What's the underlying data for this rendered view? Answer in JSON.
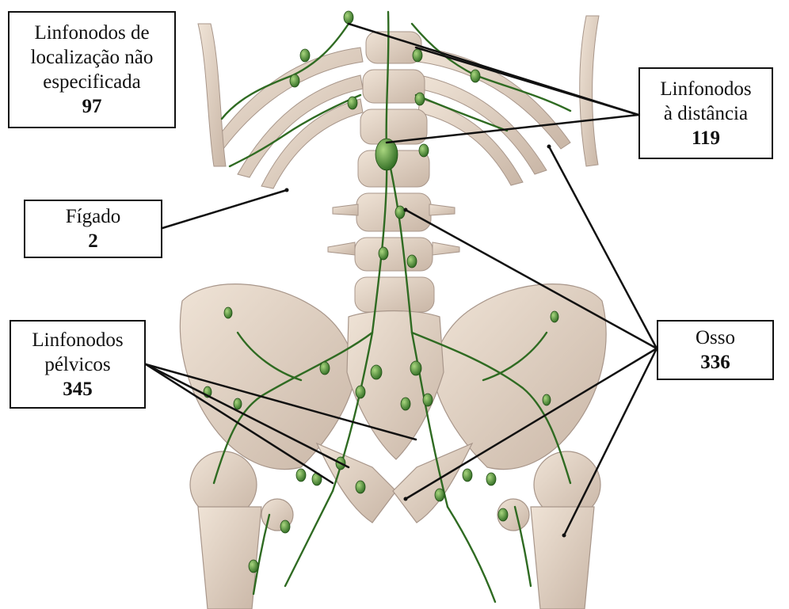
{
  "labels": {
    "unspecified": {
      "line1": "Linfonodos de",
      "line2": "localização não",
      "line3": "especificada",
      "count": "97"
    },
    "distant": {
      "line1": "Linfonodos",
      "line2": "à distância",
      "count": "119"
    },
    "liver": {
      "line1": "Fígado",
      "count": "2"
    },
    "pelvic": {
      "line1": "Linfonodos",
      "line2": "pélvicos",
      "count": "345"
    },
    "bone": {
      "line1": "Osso",
      "count": "336"
    }
  },
  "colors": {
    "bone_fill": "#e6d7c8",
    "bone_shadow": "#b8a596",
    "vessel": "#2f6b22",
    "node": "#4c8a2e",
    "node_highlight": "#8cc063",
    "leader_line": "#111111"
  }
}
